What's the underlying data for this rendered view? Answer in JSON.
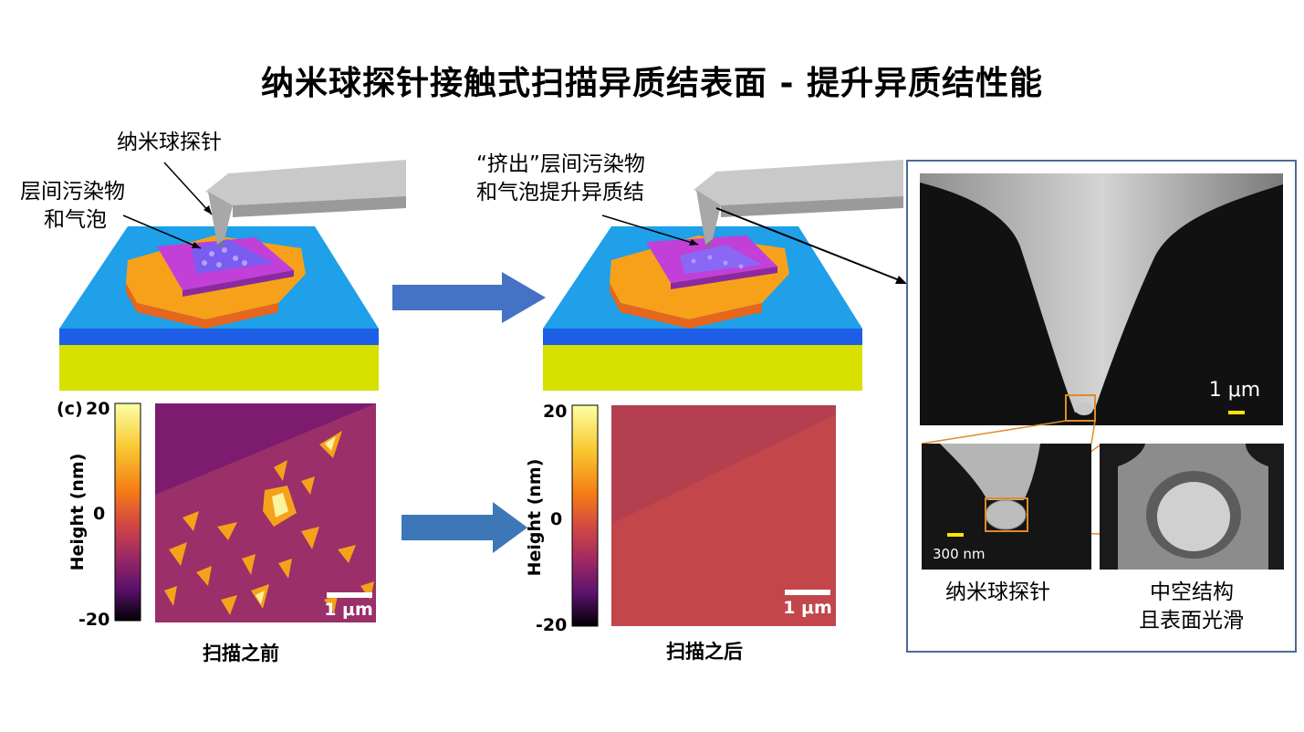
{
  "title": "纳米球探针接触式扫描异质结表面 - 提升异质结性能",
  "left_schematic": {
    "probe_label": "纳米球探针",
    "contaminant_label_line1": "层间污染物",
    "contaminant_label_line2": "和气泡"
  },
  "right_schematic": {
    "label_line1": "“挤出”层间污染物",
    "label_line2": "和气泡提升异质结"
  },
  "afm_before": {
    "panel_tag": "(c)",
    "colorbar_max": "20",
    "colorbar_mid": "0",
    "colorbar_min": "-20",
    "axis_label": "Height (nm)",
    "scale_bar": "1 μm",
    "caption": "扫描之前"
  },
  "afm_after": {
    "colorbar_max": "20",
    "colorbar_mid": "0",
    "colorbar_min": "-20",
    "axis_label": "Height (nm)",
    "scale_bar": "1 μm",
    "caption": "扫描之后"
  },
  "sem_panel": {
    "main_scale_bar": "1 μm",
    "inset_scale_bar": "300 nm",
    "caption_left": "纳米球探针",
    "caption_right_line1": "中空结构",
    "caption_right_line2": "且表面光滑"
  },
  "colors": {
    "substrate_blue": "#1fa0e8",
    "substrate_yellow": "#d8e000",
    "flake_orange": "#f7a11b",
    "flake_magenta": "#c23fd8",
    "flake_purple": "#7a5cf0",
    "arrow_blue": "#4472c4",
    "frame_blue": "#4a6b95",
    "inset_frame_orange": "#e08a2a",
    "scale_yellow": "#ffe600"
  }
}
